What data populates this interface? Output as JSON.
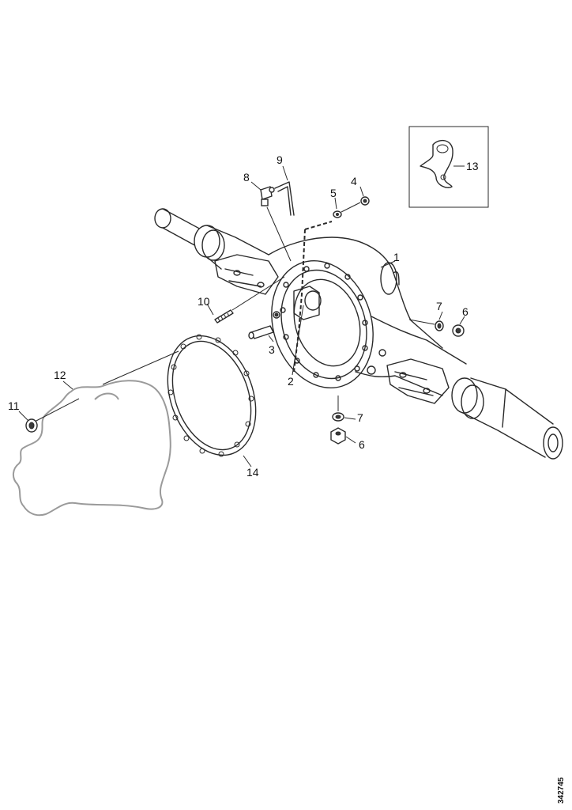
{
  "callouts": {
    "c1": "1",
    "c2": "2",
    "c3": "3",
    "c4": "4",
    "c5": "5",
    "c6a": "6",
    "c6b": "6",
    "c7a": "7",
    "c7b": "7",
    "c8": "8",
    "c9": "9",
    "c10": "10",
    "c11": "11",
    "c12": "12",
    "c13": "13",
    "c14": "14"
  },
  "drawing_number": "342745"
}
